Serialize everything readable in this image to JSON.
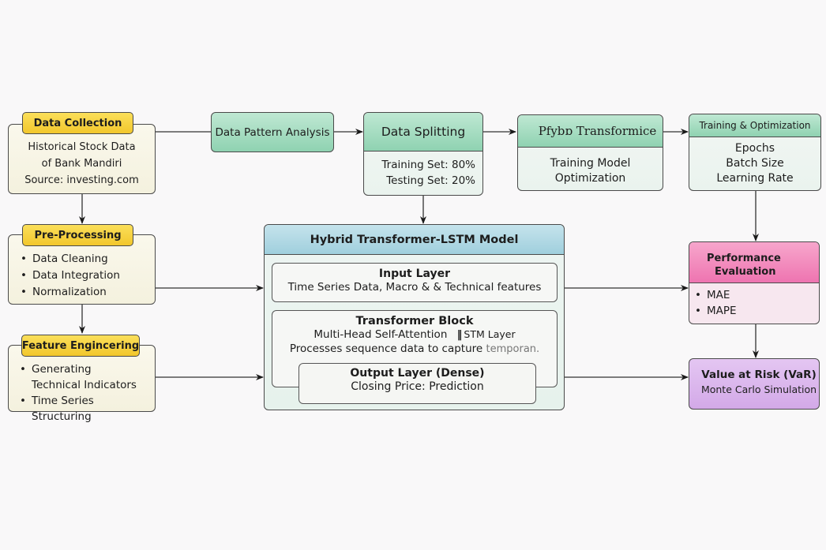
{
  "colors": {
    "background": "#f9f8f9",
    "yellow_tag": "#f5cd35",
    "cream_box": "#f6f3e2",
    "green_header": "#a3dcc0",
    "blue_header": "#a9d3e0",
    "pink_header": "#f07ab3",
    "pink_body": "#f7e7ef",
    "purple_box": "#d9b4ec",
    "line": "#2a2a2a"
  },
  "left_column": {
    "data_collection": {
      "title": "Data Collection",
      "lines": [
        "Historical Stock Data",
        "of Bank Mandiri",
        "Source: investing.com"
      ]
    },
    "pre_processing": {
      "title": "Pre-Processing",
      "items": [
        "Data Cleaning",
        "Data Integration",
        "Normalization"
      ]
    },
    "feature_engineering": {
      "title": "Feature Engincering",
      "items": [
        "Generating Technical Indicators",
        "Time Series Structuring"
      ],
      "item0_line1": "Generating",
      "item0_line2": "Technical Indicators"
    }
  },
  "top_row": {
    "data_pattern_analysis": {
      "title": "Data Pattern Analysis"
    },
    "data_splitting": {
      "title": "Data Splitting",
      "lines": [
        "Training Set: 80%",
        "Testing Set: 20%"
      ]
    },
    "hybrid_transformer": {
      "title": "Pfybɒ Transformice",
      "lines": [
        "Training Model",
        "Optimization"
      ]
    },
    "training_optimization": {
      "title": "Training & Optimization",
      "lines": [
        "Epochs",
        "Batch Size",
        "Learning Rate"
      ]
    }
  },
  "model": {
    "title": "Hybrid Transformer-LSTM Model",
    "input_layer": {
      "title": "Input Layer",
      "desc": "Time Series Data, Macro & & Technical features"
    },
    "transformer_block": {
      "title": "Transformer Block",
      "attention": "Multi-Head Self-Attention",
      "lstm": "STM Layer",
      "separator": "‖",
      "desc": "Processes sequence data to capture",
      "desc_faded": "temporan."
    },
    "output_layer": {
      "title": "Output Layer (Dense)",
      "desc": "Closing Price: Prediction"
    }
  },
  "right_column": {
    "performance_evaluation": {
      "title_line1": "Performance",
      "title_line2": "Evaluation",
      "items": [
        "MAE",
        "MAPE"
      ]
    },
    "value_at_risk": {
      "title": "Value at Risk (VaR)",
      "desc": "Monte Carlo Simulation"
    }
  }
}
